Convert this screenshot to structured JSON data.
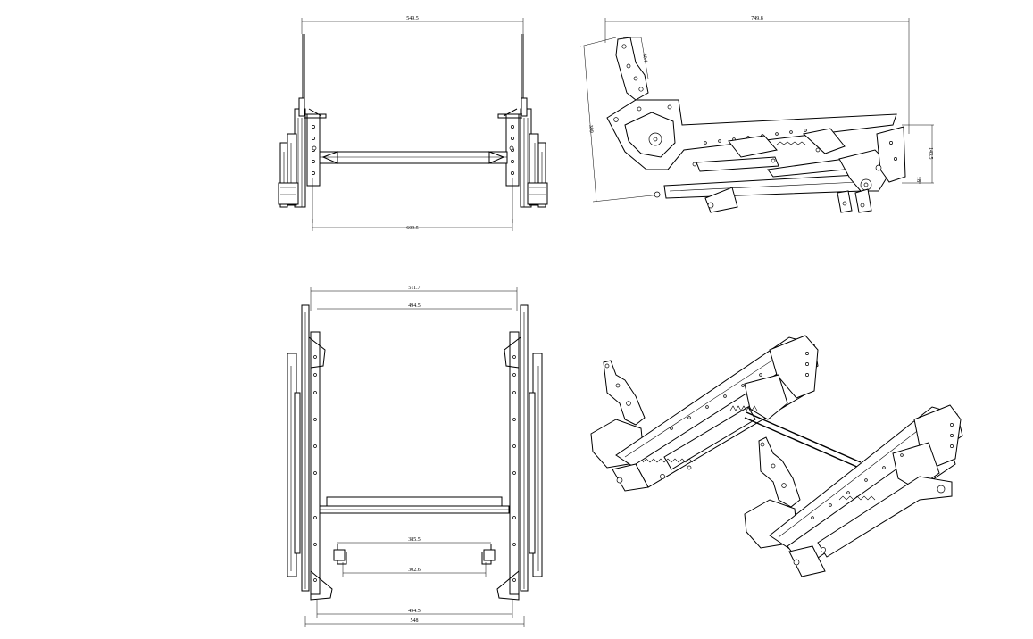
{
  "views": {
    "front": {
      "dims": {
        "top": "549.5",
        "bottom": "609.5"
      }
    },
    "side": {
      "dims": {
        "top": "749.8",
        "left": "399",
        "back": "80.1",
        "right": "143.5",
        "right_small": "18"
      }
    },
    "plan": {
      "dims": {
        "outer_top": "511.7",
        "inner_top": "494.5",
        "mid_upper": "385.5",
        "mid_lower": "302.6",
        "bottom_inner": "494.5",
        "bottom_outer": "548"
      }
    },
    "iso": {}
  }
}
